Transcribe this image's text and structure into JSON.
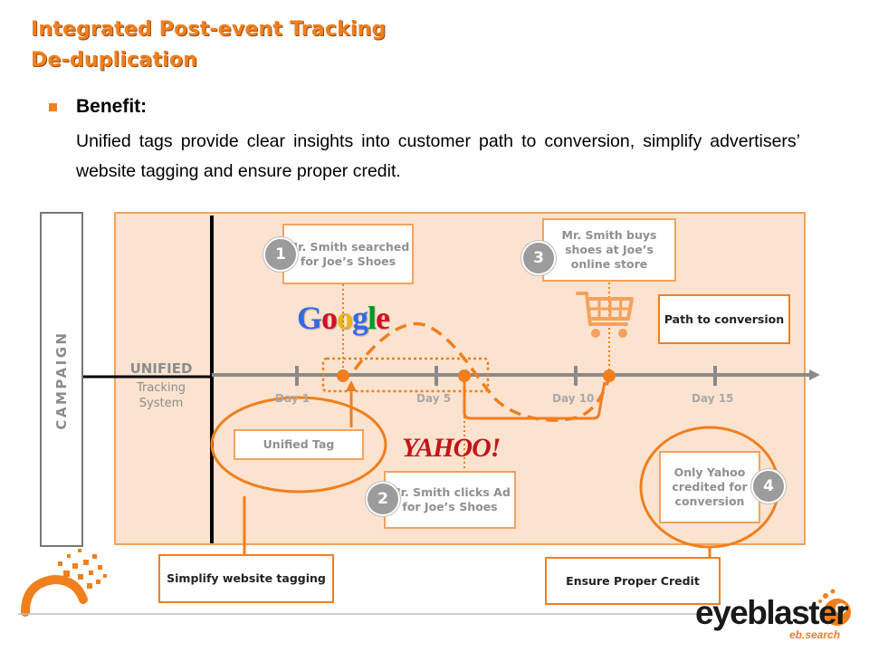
{
  "header": {
    "title_line1": "Integrated Post-event Tracking",
    "title_line2": "De-duplication"
  },
  "benefit": {
    "heading": "Benefit:",
    "text": "Unified tags provide clear insights into customer path to conversion, simplify advertisers’ website tagging and ensure proper credit."
  },
  "diagram": {
    "campaign_label": "CAMPAIGN",
    "system_heading": "UNIFIED",
    "system_sub": "Tracking System",
    "days": [
      "Day 1",
      "Day 5",
      "Day 10",
      "Day 15"
    ],
    "steps": [
      {
        "number": "1",
        "text": "Mr. Smith searched for Joe’s Shoes"
      },
      {
        "number": "2",
        "text": "Mr. Smith clicks Ad for Joe’s Shoes"
      },
      {
        "number": "3",
        "text": "Mr. Smith buys shoes at Joe’s online store"
      },
      {
        "number": "4",
        "text": "Only Yahoo credited for conversion"
      }
    ],
    "unified_tag_label": "Unified Tag",
    "path_label": "Path to conversion",
    "logos": {
      "google": "Google",
      "yahoo": "YAHOO!"
    },
    "icons": [
      "shopping-cart-icon",
      "sunburst-logo-icon"
    ]
  },
  "callouts": {
    "simplify": "Simplify website tagging",
    "ensure": "Ensure Proper Credit"
  },
  "brand": {
    "name": "eyeblaster",
    "sub": "eb.search"
  },
  "colors": {
    "accent": "#f07f1e",
    "panel": "#fbe3cf",
    "muted_text": "#909090",
    "google_blue": "#3369e8",
    "google_red": "#d50f25",
    "google_yellow": "#eeb211",
    "google_green": "#009925",
    "yahoo_red": "#c4141b"
  }
}
